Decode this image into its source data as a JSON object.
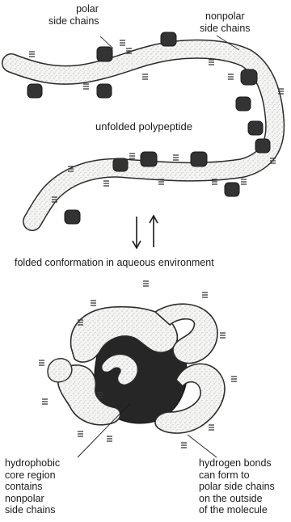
{
  "labels": {
    "polar": "polar",
    "polar_line2": "side chains",
    "nonpolar": "nonpolar",
    "nonpolar_line2": "side chains",
    "unfolded": "unfolded polypeptide",
    "folded": "folded conformation in aqueous environment",
    "core": [
      "hydrophobic",
      "core region",
      "contains",
      "nonpolar",
      "side chains"
    ],
    "hbonds": [
      "hydrogen bonds",
      "can form to",
      "polar side chains",
      "on the outside",
      "of the molecule"
    ]
  },
  "colors": {
    "chain_fill": "#f2f2f0",
    "chain_outline": "#2b2b2b",
    "nonpolar_fill": "#333333",
    "core_fill": "#262626",
    "polar_tick": "#3a3a3a"
  },
  "icons": {
    "arrow_down": "arrow-down-icon",
    "arrow_up": "arrow-up-icon"
  }
}
